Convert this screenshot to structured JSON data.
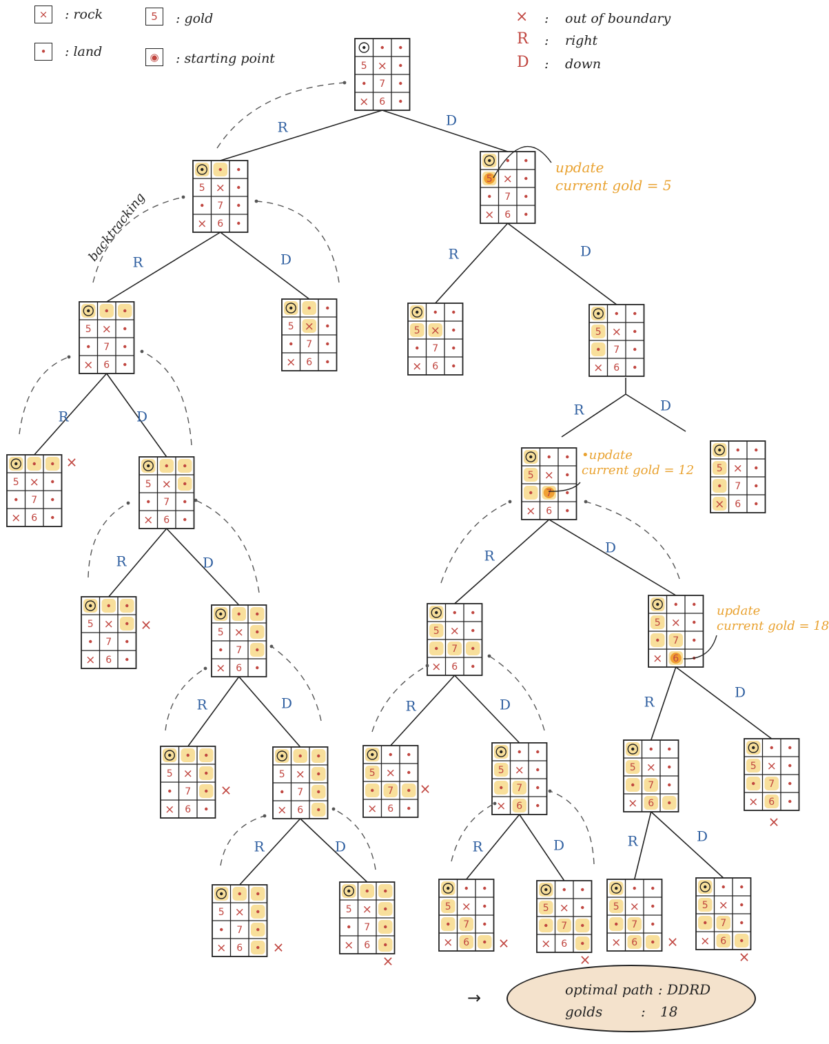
{
  "legend": {
    "rock": {
      "symbol": "×",
      "label": ": rock"
    },
    "land": {
      "symbol": "•",
      "label": ": land"
    },
    "gold": {
      "symbol": "5",
      "label": ": gold"
    },
    "start": {
      "symbol": "◉",
      "label": ": starting point"
    },
    "out_of_boundary": {
      "key": "×",
      "sep": ":",
      "label": "out of boundary"
    },
    "right": {
      "key": "R",
      "sep": ":",
      "label": "right"
    },
    "down": {
      "key": "D",
      "sep": ":",
      "label": "down"
    }
  },
  "grid": [
    [
      "S",
      ".",
      "."
    ],
    [
      "5",
      "X",
      "."
    ],
    [
      ".",
      "7",
      "."
    ],
    [
      "X",
      "6",
      "."
    ]
  ],
  "edge_labels": {
    "right": "R",
    "down": "D"
  },
  "dead_end_mark": "×",
  "backtracking_label": "backtracking",
  "notes": {
    "gold5": [
      "update",
      "current gold = 5"
    ],
    "gold12": [
      "•update",
      "current gold = 12"
    ],
    "gold18": [
      "update",
      "current gold = 18"
    ]
  },
  "result": {
    "path_label": "optimal path : DDRD",
    "golds_label": "golds",
    "golds_sep": ":",
    "golds_value": "18"
  },
  "colors": {
    "ink": "#222222",
    "cell_mark": "#c0453f",
    "edge_label": "#2f5fa0",
    "highlight": "#f7d98a",
    "current": "#f0a033",
    "note": "#e9a230"
  }
}
